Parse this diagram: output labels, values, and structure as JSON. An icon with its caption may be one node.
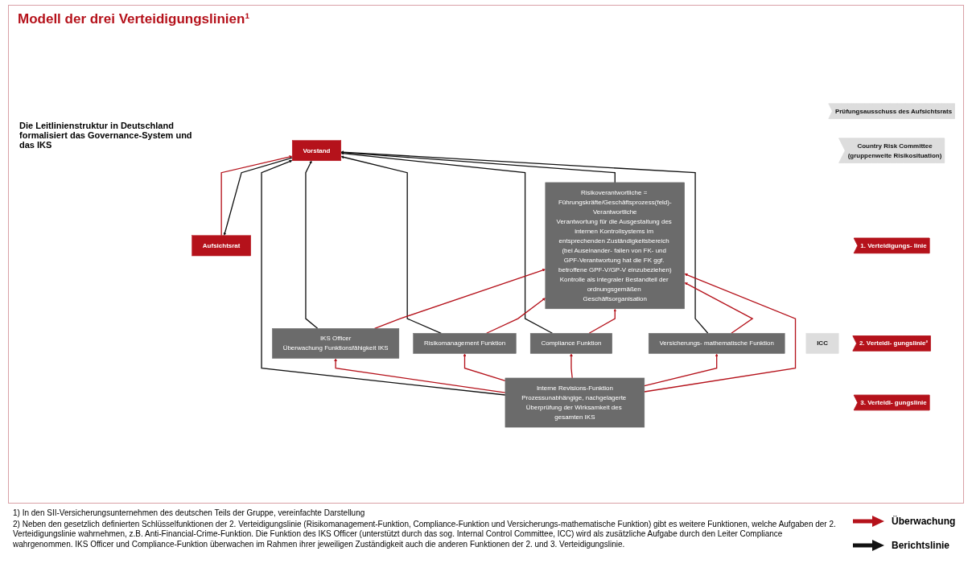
{
  "diagram": {
    "title": "Modell der drei Verteidigungslinien¹",
    "nodes": [
      {
        "text": [
          "Prüfungsausschuss des Aufsichtsrats"
        ]
      },
      {
        "text": [
          "Aufsichtsrat"
        ]
      },
      {
        "text": [
          "Vorstand"
        ]
      },
      {
        "text": [
          "Country Risk Committee",
          "(gruppenweite Risikosituation)"
        ]
      },
      {
        "text": [
          "1. Verteidigungs- linie"
        ]
      },
      {
        "text": [
          "Risikoverantwortliche = Führungskräfte/Geschäftsprozess(feld)-Verantwortliche",
          "Verantwortung für die Ausgestaltung des internen Kontrollsystems im entsprechenden Zuständigkeitsbereich (bei Auseinander- fallen von FK- und GPF-Verantwortung hat die FK ggf. betroffene GPF-V/GP-V einzubeziehen)",
          "Kontrolle als integraler Bestandteil der ordnungsgemäßen Geschäftsorganisation"
        ]
      },
      {
        "text": [
          "2. Verteidi- gungslinie²"
        ]
      },
      {
        "text": [
          "IKS Officer",
          "Überwachung Funktionsfähigkeit IKS"
        ]
      },
      {
        "text": [
          "ICC"
        ]
      },
      {
        "text": [
          "Risikomanagement Funktion"
        ]
      },
      {
        "text": [
          "Compliance Funktion"
        ]
      },
      {
        "text": [
          "Versicherungs- mathematische Funktion"
        ]
      },
      {
        "text": [
          "3. Verteidi- gungslinie"
        ]
      },
      {
        "text": [
          "Interne Revisions-Funktion",
          "Prozessunabhängige, nachgelagerte Überprüfung der Wirksamkeit des gesamten IKS"
        ]
      }
    ],
    "edges": [
      {
        "from": 1,
        "to": 2,
        "arrow": "to"
      },
      {
        "from": 2,
        "to": 1,
        "arrow": "to",
        "color": "#111111"
      },
      {
        "from": 7,
        "to": 2,
        "arrow": "to",
        "color": "#111111"
      },
      {
        "from": 9,
        "to": 2,
        "arrow": "to",
        "color": "#111111"
      },
      {
        "from": 13,
        "to": 2,
        "arrow": "to",
        "color": "#111111"
      },
      {
        "from": 5,
        "to": 2,
        "arrow": "to",
        "color": "#111111"
      },
      {
        "from": 10,
        "to": 2,
        "arrow": "to",
        "color": "#111111"
      },
      {
        "from": 11,
        "to": 2,
        "arrow": "to",
        "color": "#111111"
      },
      {
        "from": 7,
        "to": 5,
        "arrow": "to"
      },
      {
        "from": 9,
        "to": 5,
        "arrow": "to"
      },
      {
        "from": 10,
        "to": 5,
        "arrow": "to"
      },
      {
        "from": 11,
        "to": 5,
        "arrow": "to"
      },
      {
        "from": 13,
        "to": 7,
        "arrow": "to"
      },
      {
        "from": 13,
        "to": 9,
        "arrow": "to"
      },
      {
        "from": 13,
        "to": 10,
        "arrow": "to"
      },
      {
        "from": 13,
        "to": 11,
        "arrow": "to"
      },
      {
        "from": 13,
        "to": 5,
        "arrow": "to"
      }
    ],
    "labels": [
      "Die Leitlinienstruktur in Deutschland formalisiert das Governance-System und das IKS",
      "1) In den SII-Versicherungsunternehmen des deutschen Teils der Gruppe, vereinfachte Darstellung",
      "2) Neben den gesetzlich definierten Schlüsselfunktionen der 2. Verteidigungslinie (Risikomanagement-Funktion, Compliance-Funktion und Versicherungs-mathematische Funktion) gibt es weitere Funktionen, welche Aufgaben der 2. Verteidigungslinie wahrnehmen, z.B. Anti-Financial-Crime-Funktion. Die Funktion des IKS Officer (unterstützt durch das sog. Internal Control Committee, ICC) wird als zusätzliche Aufgabe durch den Leiter Compliance wahrgenommen. IKS Officer und Compliance-Funktion überwachen im Rahmen ihrer jeweiligen Zuständigkeit auch die anderen Funktionen der 2. und 3. Verteidigungslinie."
    ],
    "legend": [
      {
        "text": "Überwachung"
      },
      {
        "text": "Berichtslinie"
      }
    ]
  }
}
